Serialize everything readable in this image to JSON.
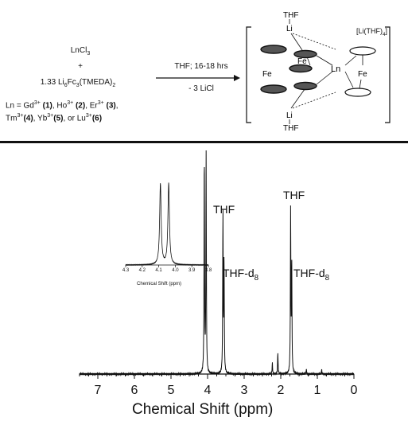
{
  "scheme": {
    "reactant1": "LnCl",
    "reactant1_sub": "3",
    "plus": "+",
    "reactant2_pre": "1.33 Li",
    "reactant2_s1": "6",
    "reactant2_mid": "Fc",
    "reactant2_s2": "3",
    "reactant2_post": "(TMEDA)",
    "reactant2_s3": "2",
    "arrow_top": "THF; 16-18 hrs",
    "arrow_bottom": "- 3 LiCl",
    "ln_line1": "Ln = Gd3+ (1), Ho3+ (2), Er3+ (3),",
    "ln_line2": "Tm3+(4), Yb3+(5), or Lu3+(6)",
    "product_thf_top": "THF",
    "product_thf_bottom": "THF",
    "product_li_top": "Li",
    "product_li_bottom": "Li",
    "product_ln": "Ln",
    "product_fe": "Fe",
    "counterion_pre": "[Li(THF)",
    "counterion_sub": "4",
    "counterion_post": "]"
  },
  "spectrum": {
    "labels": {
      "thf_left": "THF",
      "thfd8_left": "THF-d",
      "thf_right": "THF",
      "thfd8_right": "THF-d",
      "d_sub": "8"
    },
    "xlabel": "Chemical Shift (ppm)",
    "inset_xlabel": "Chemical Shift (ppm)"
  },
  "chart_data": [
    {
      "type": "line",
      "xlabel": "Chemical Shift (ppm)",
      "xlim": [
        7.5,
        0
      ],
      "x_ticks": [
        7,
        6,
        5,
        4,
        3,
        2,
        1,
        0
      ],
      "peaks": [
        {
          "x": 4.09,
          "height": 1.0
        },
        {
          "x": 4.04,
          "height": 1.0
        },
        {
          "x": 3.58,
          "height": 0.73
        },
        {
          "x": 3.55,
          "height": 0.5
        },
        {
          "x": 2.23,
          "height": 0.05
        },
        {
          "x": 2.08,
          "height": 0.1
        },
        {
          "x": 1.73,
          "height": 0.73
        },
        {
          "x": 1.7,
          "height": 0.5
        },
        {
          "x": 1.3,
          "height": 0.02
        },
        {
          "x": 0.88,
          "height": 0.02
        }
      ]
    },
    {
      "type": "line",
      "xlabel": "Chemical Shift (ppm)",
      "xlim": [
        4.3,
        3.8
      ],
      "x_ticks": [
        4.3,
        4.2,
        4.1,
        4.0,
        3.9,
        3.8
      ],
      "peaks": [
        {
          "x": 4.09,
          "height": 1.0
        },
        {
          "x": 4.04,
          "height": 1.0
        }
      ]
    }
  ]
}
